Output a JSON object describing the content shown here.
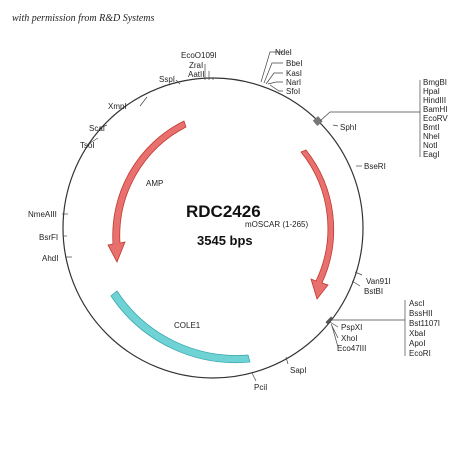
{
  "permission_note": "with permission from R&D Systems",
  "plasmid": {
    "name": "RDC2426",
    "size": "3545 bps"
  },
  "features": {
    "insert": "mOSCAR (1-265)",
    "amp": "AMP",
    "cole1": "COLE1"
  },
  "colors": {
    "arrow_fill": "#e8706f",
    "arrow_stroke": "#c0392b",
    "cole1_fill": "#6fd3d6",
    "cole1_stroke": "#3aa8ad",
    "circle": "#333333"
  },
  "sites": {
    "ecoo109i": "EcoO109I",
    "zrai": "ZraI",
    "aatii": "AatII",
    "sspi": "SspI",
    "ndei": "NdeI",
    "bbei": "BbeI",
    "kasi": "KasI",
    "nari": "NarI",
    "sfoi": "SfoI",
    "xmni": "XmnI",
    "scai": "ScaI",
    "tsoi": "TsoI",
    "sphi": "SphI",
    "bseri": "BseRI",
    "nmeaiii": "NmeAIII",
    "bsrfi": "BsrFI",
    "ahdi": "AhdI",
    "van91i": "Van91I",
    "bstbi": "BstBI",
    "pspxi": "PspXI",
    "xhoi": "XhoI",
    "eco47iii": "Eco47III",
    "sapi": "SapI",
    "pcii": "PciI",
    "group_mcs1": [
      "BmgBI",
      "HpaI",
      "HindIII",
      "BamHI",
      "EcoRV",
      "BmtI",
      "NheI",
      "NotI",
      "EagI"
    ],
    "group_mcs2": [
      "AscI",
      "BssHII",
      "Bst1107I",
      "XbaI",
      "ApoI",
      "EcoRI"
    ]
  }
}
